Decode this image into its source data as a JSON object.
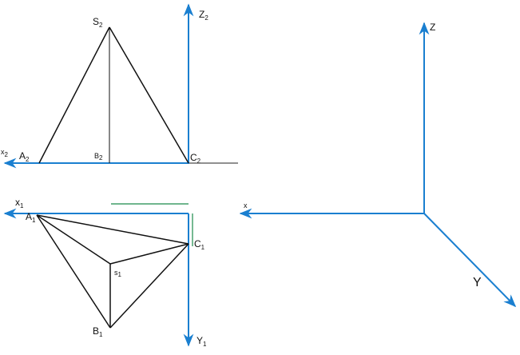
{
  "colors": {
    "axis": "#1a7fd0",
    "line": "#111111",
    "thin": "#222222",
    "accent": "#1a8a4a"
  },
  "labels": {
    "s2": {
      "main": "S",
      "sub": "2"
    },
    "z2": {
      "main": "Z",
      "sub": "2"
    },
    "x2": {
      "main": "x",
      "sub": "2"
    },
    "a2": {
      "main": "A",
      "sub": "2"
    },
    "b2": {
      "main": "B",
      "sub": "2"
    },
    "c2": {
      "main": "C",
      "sub": "2"
    },
    "x1": {
      "main": "x",
      "sub": "1"
    },
    "a1": {
      "main": "A",
      "sub": "1"
    },
    "c1": {
      "main": "C",
      "sub": "1"
    },
    "s1": {
      "main": "s",
      "sub": "1"
    },
    "b1": {
      "main": "B",
      "sub": "1"
    },
    "y1": {
      "main": "Y",
      "sub": "1"
    },
    "z": "Z",
    "x": "x",
    "y": "Y"
  }
}
